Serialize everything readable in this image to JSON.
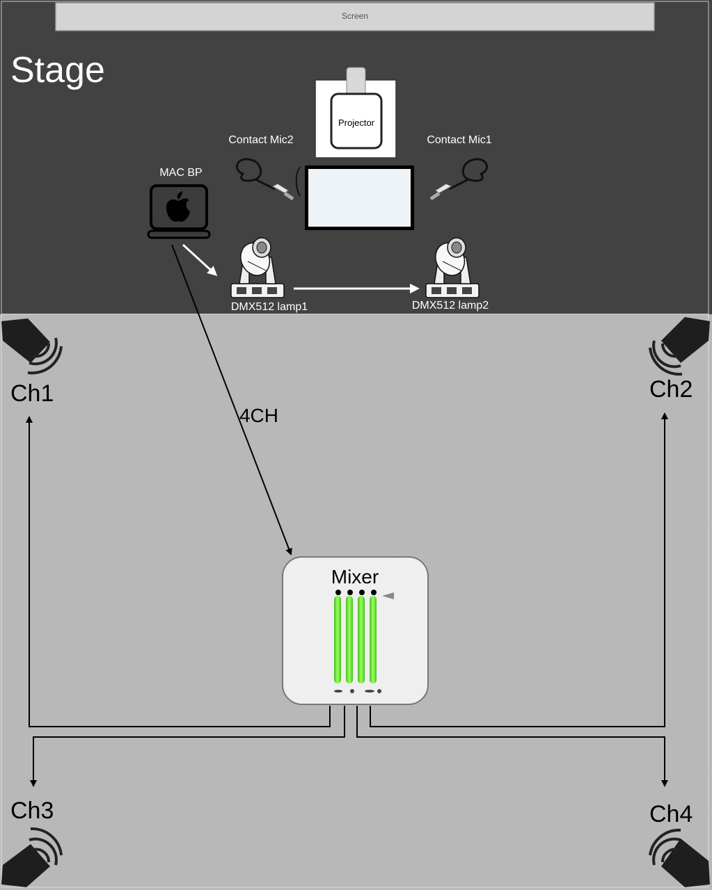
{
  "stage": {
    "title": "Stage",
    "screen_label": "Screen",
    "projector_label": "Projector",
    "laptop_label": "MAC BP",
    "mic_left_label": "Contact Mic2",
    "mic_right_label": "Contact Mic1",
    "lamp_left_label": "DMX512 lamp1",
    "lamp_right_label": "DMX512 lamp2"
  },
  "floor": {
    "signal_label": "4CH",
    "mixer_label": "Mixer",
    "speakers": [
      "Ch1",
      "Ch2",
      "Ch3",
      "Ch4"
    ]
  },
  "colors": {
    "stage_bg": "#424242",
    "floor_bg": "#b9b9b9",
    "screen_bg": "#d4d4d4",
    "fader_green": "#6fe23a",
    "mixer_bg": "#efefef"
  },
  "icons": {
    "laptop": "apple-laptop-icon",
    "projector": "projector-icon",
    "display": "monitor-icon",
    "mic": "contact-mic-icon",
    "lamp": "moving-head-lamp-icon",
    "speaker": "speaker-icon"
  }
}
